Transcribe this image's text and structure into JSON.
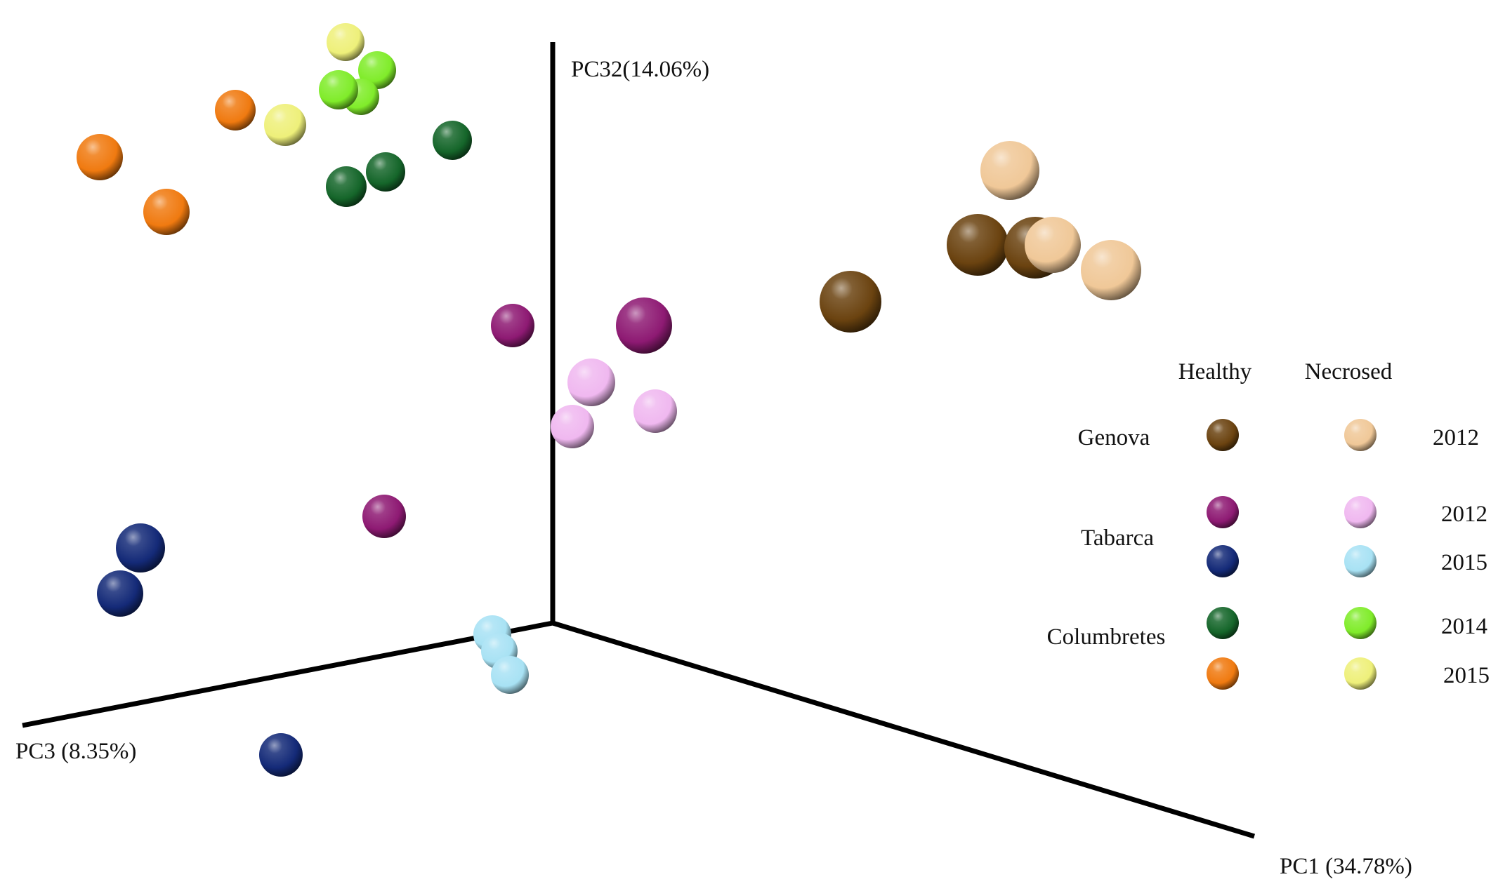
{
  "chart_data": {
    "type": "scatter",
    "subtype": "3d-pcoa",
    "axes": {
      "x": "PC1 (34.78%)",
      "y": "PC32(14.06%)",
      "z": "PC3 (8.35%)"
    },
    "legend": {
      "placement": "right",
      "headers": {
        "healthy": "Healthy",
        "necrosed": "Necrosed"
      },
      "sites": [
        {
          "name": "Genova",
          "rows": [
            {
              "year": "2012",
              "healthy_color": "#6b4310",
              "necrosed_color": "#f0c898"
            }
          ]
        },
        {
          "name": "Tabarca",
          "rows": [
            {
              "year": "2012",
              "healthy_color": "#8e1a73",
              "necrosed_color": "#f0b8f0"
            },
            {
              "year": "2015",
              "healthy_color": "#142a78",
              "necrosed_color": "#a8e2f4"
            }
          ]
        },
        {
          "name": "Columbretes",
          "rows": [
            {
              "year": "2014",
              "healthy_color": "#15662a",
              "necrosed_color": "#80ec2a"
            },
            {
              "year": "2015",
              "healthy_color": "#f07a10",
              "necrosed_color": "#eef07a"
            }
          ]
        }
      ]
    },
    "series": [
      {
        "group": "genova-healthy-2012",
        "color": "#6b4310",
        "points": [
          [
            1211,
            430,
            44
          ],
          [
            1392,
            349,
            44
          ],
          [
            1474,
            353,
            44
          ]
        ]
      },
      {
        "group": "genova-necrosed-2012",
        "color": "#f0c898",
        "points": [
          [
            1438,
            243,
            42
          ],
          [
            1499,
            349,
            40
          ],
          [
            1582,
            385,
            43
          ]
        ]
      },
      {
        "group": "tabarca-healthy-2012",
        "color": "#8e1a73",
        "points": [
          [
            730,
            464,
            31
          ],
          [
            917,
            464,
            40
          ],
          [
            547,
            736,
            31
          ]
        ]
      },
      {
        "group": "tabarca-necrosed-2012",
        "color": "#f0b8f0",
        "points": [
          [
            842,
            545,
            34
          ],
          [
            933,
            586,
            31
          ],
          [
            815,
            608,
            31
          ]
        ]
      },
      {
        "group": "tabarca-healthy-2015",
        "color": "#142a78",
        "points": [
          [
            200,
            781,
            35
          ],
          [
            171,
            846,
            33
          ],
          [
            400,
            1076,
            31
          ]
        ]
      },
      {
        "group": "tabarca-necrosed-2015",
        "color": "#a8e2f4",
        "points": [
          [
            701,
            904,
            27
          ],
          [
            711,
            928,
            26
          ],
          [
            726,
            962,
            27
          ]
        ]
      },
      {
        "group": "columbretes-healthy-2014",
        "color": "#15662a",
        "points": [
          [
            644,
            200,
            28
          ],
          [
            549,
            245,
            28
          ],
          [
            493,
            266,
            29
          ]
        ]
      },
      {
        "group": "columbretes-necrosed-2014",
        "color": "#80ec2a",
        "points": [
          [
            537,
            100,
            27
          ],
          [
            514,
            138,
            26
          ],
          [
            482,
            128,
            28
          ]
        ]
      },
      {
        "group": "columbretes-healthy-2015",
        "color": "#f07a10",
        "points": [
          [
            335,
            157,
            29
          ],
          [
            142,
            224,
            33
          ],
          [
            237,
            302,
            33
          ]
        ]
      },
      {
        "group": "columbretes-necrosed-2015",
        "color": "#eef07a",
        "points": [
          [
            492,
            60,
            27
          ],
          [
            406,
            178,
            30
          ]
        ]
      }
    ]
  }
}
